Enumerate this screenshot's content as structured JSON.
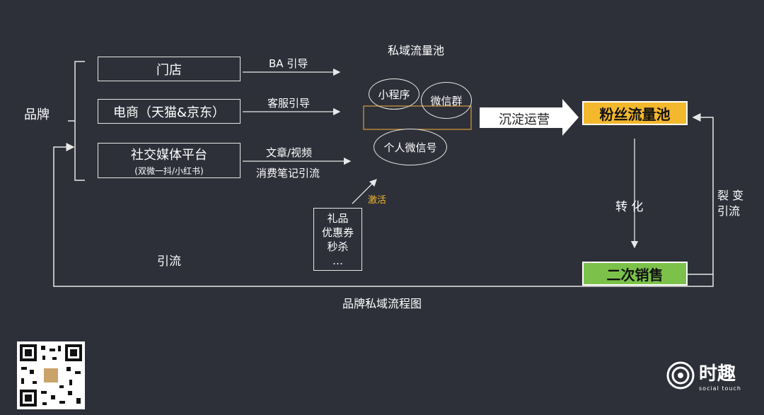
{
  "brand": "品牌",
  "channels": {
    "store": "门店",
    "ecommerce": "电商（天猫&京东）",
    "social_title": "社交媒体平台",
    "social_sub": "(双微一抖/小红书)"
  },
  "channel_labels": {
    "ba": "BA 引导",
    "cs": "客服引导",
    "article": "文章/视频",
    "notes": "消费笔记引流"
  },
  "private_pool": {
    "title": "私域流量池",
    "mini_program": "小程序",
    "wechat_group": "微信群",
    "personal_wechat": "个人微信号"
  },
  "activate": "激活",
  "incentives": [
    "礼品",
    "优惠券",
    "秒杀",
    "…"
  ],
  "settle": "沉淀运营",
  "fan_pool": "粉丝流量池",
  "convert": "转 化",
  "second_sale": "二次销售",
  "fission": [
    "裂 变",
    "引流"
  ],
  "traffic": "引流",
  "caption": "品牌私域流程图",
  "logo": {
    "cn": "时趣",
    "en": "social touch"
  },
  "colors": {
    "background": "#2e3039",
    "fan_pool": "#f3b82c",
    "second_sale": "#7cc24a",
    "activate": "#f3b82c",
    "line": "#e8e8e8"
  }
}
